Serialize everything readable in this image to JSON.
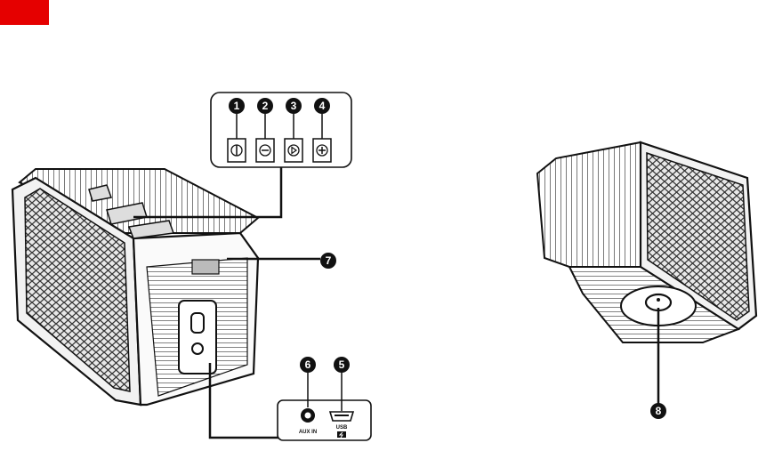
{
  "colors": {
    "accent": "#e50000",
    "line": "#111111"
  },
  "callouts": {
    "c1": "1",
    "c2": "2",
    "c3": "3",
    "c4": "4",
    "c5": "5",
    "c6": "6",
    "c7": "7",
    "c8": "8"
  },
  "ports": {
    "aux_label": "AUX IN",
    "usb_label": "USB"
  },
  "icons": [
    "power-icon",
    "volume-down-icon",
    "play-icon",
    "volume-up-icon",
    "aux-jack-icon",
    "micro-usb-icon",
    "charge-icon"
  ]
}
